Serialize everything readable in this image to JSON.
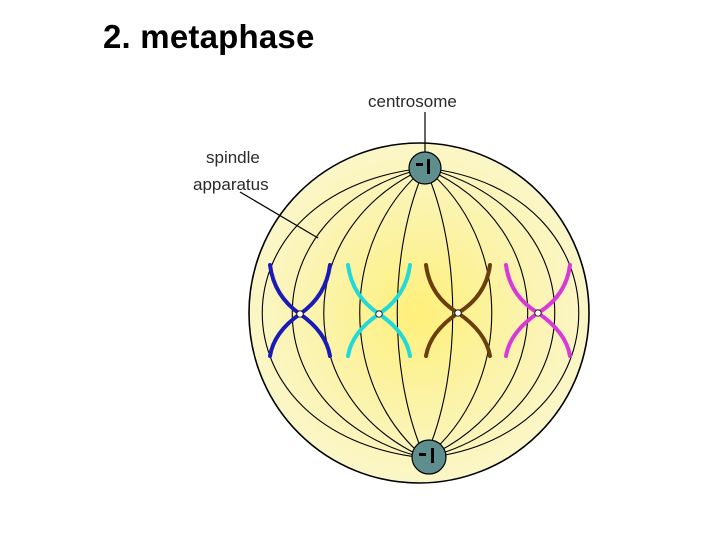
{
  "slide": {
    "title": "2.  metaphase"
  },
  "diagram": {
    "labels": {
      "centrosome": "centrosome",
      "spindle_line1": "spindle",
      "spindle_line2": "apparatus"
    },
    "colors": {
      "cell_fill": "#FBF6BF",
      "cell_glow": "#FFF07A",
      "outline": "#000000",
      "centrosome": "#5F8E8E",
      "chromosomes": [
        "#1A1AB8",
        "#22D8D8",
        "#6B3E0E",
        "#D83AD8"
      ]
    },
    "chromosome_count": 4
  }
}
